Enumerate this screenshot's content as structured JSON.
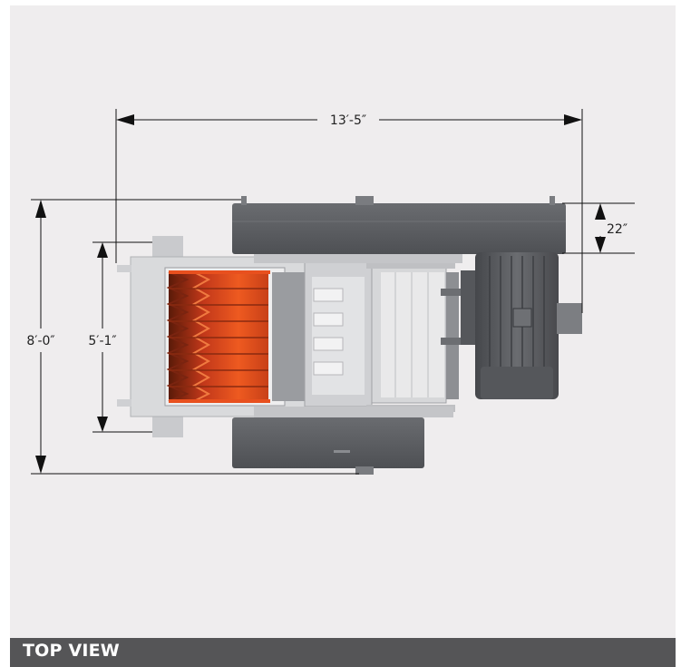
{
  "dimensions": {
    "overall_length": "13′-5″",
    "overall_width": "8′-0″",
    "hopper_width": "5′-1″",
    "housing_offset": "22″"
  },
  "footer": {
    "title": "TOP VIEW"
  },
  "colors": {
    "panel_bg": "#efedee",
    "footer_bg": "#555557",
    "housing": "#5a5c5f",
    "motor": "#4f5155",
    "frame": "#d4d5d7",
    "rotor_orange": "#d9461a"
  }
}
